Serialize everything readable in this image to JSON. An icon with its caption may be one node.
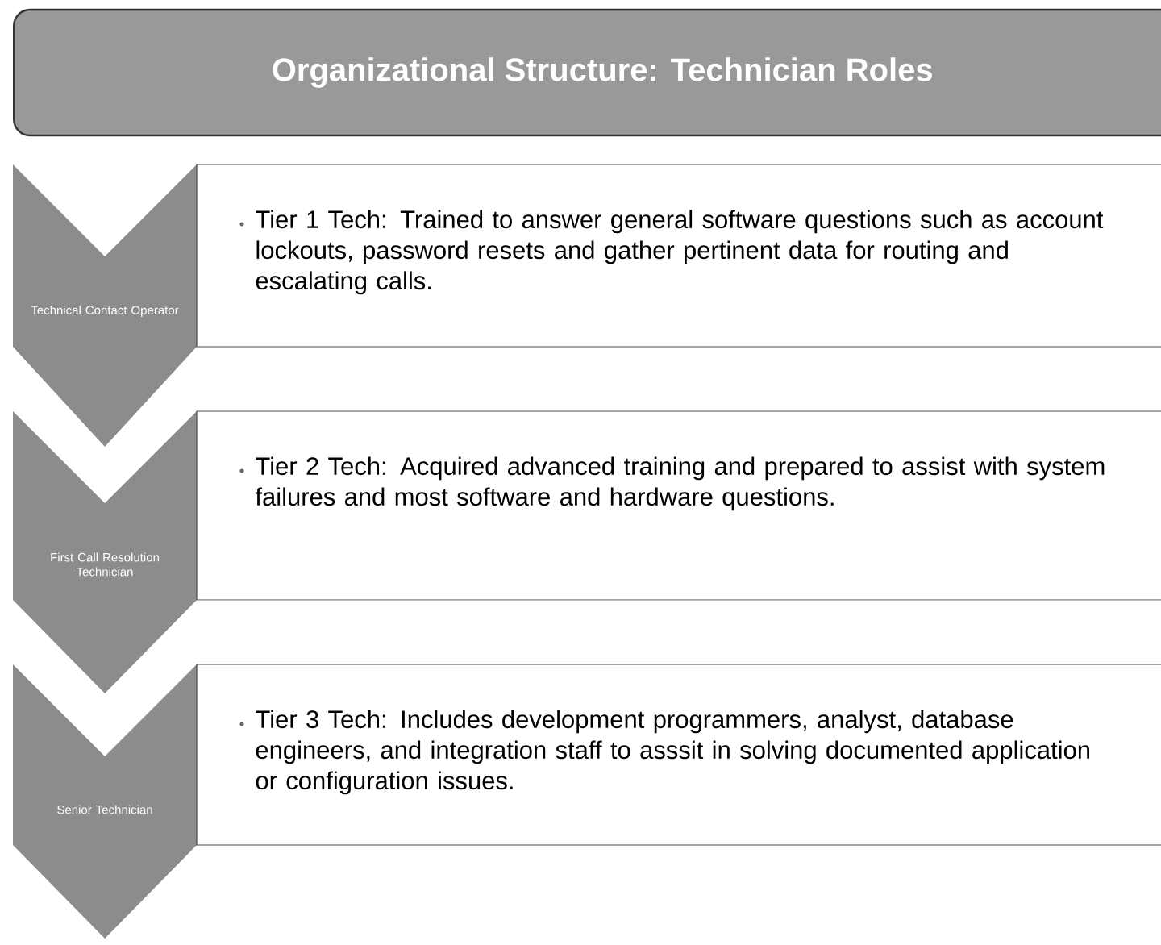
{
  "diagram": {
    "title": "Organizational Structure: Technician Roles",
    "nodes": [
      {
        "text": [
          "Technical Contact Operator"
        ]
      },
      {
        "text": [
          "Tier 1 Tech:  Trained to answer general software questions such as account lockouts, password resets and gather pertinent data for routing and escalating calls."
        ]
      },
      {
        "text": [
          "First Call Resolution Technician"
        ]
      },
      {
        "text": [
          "Tier 2 Tech:  Acquired advanced training and prepared to assist with system failures and most software and hardware questions."
        ]
      },
      {
        "text": [
          "Senior Technician"
        ]
      },
      {
        "text": [
          "Tier 3 Tech:  Includes development programmers, analyst, database engineers, and integration staff to asssit in solving documented application or configuration issues."
        ]
      }
    ]
  }
}
